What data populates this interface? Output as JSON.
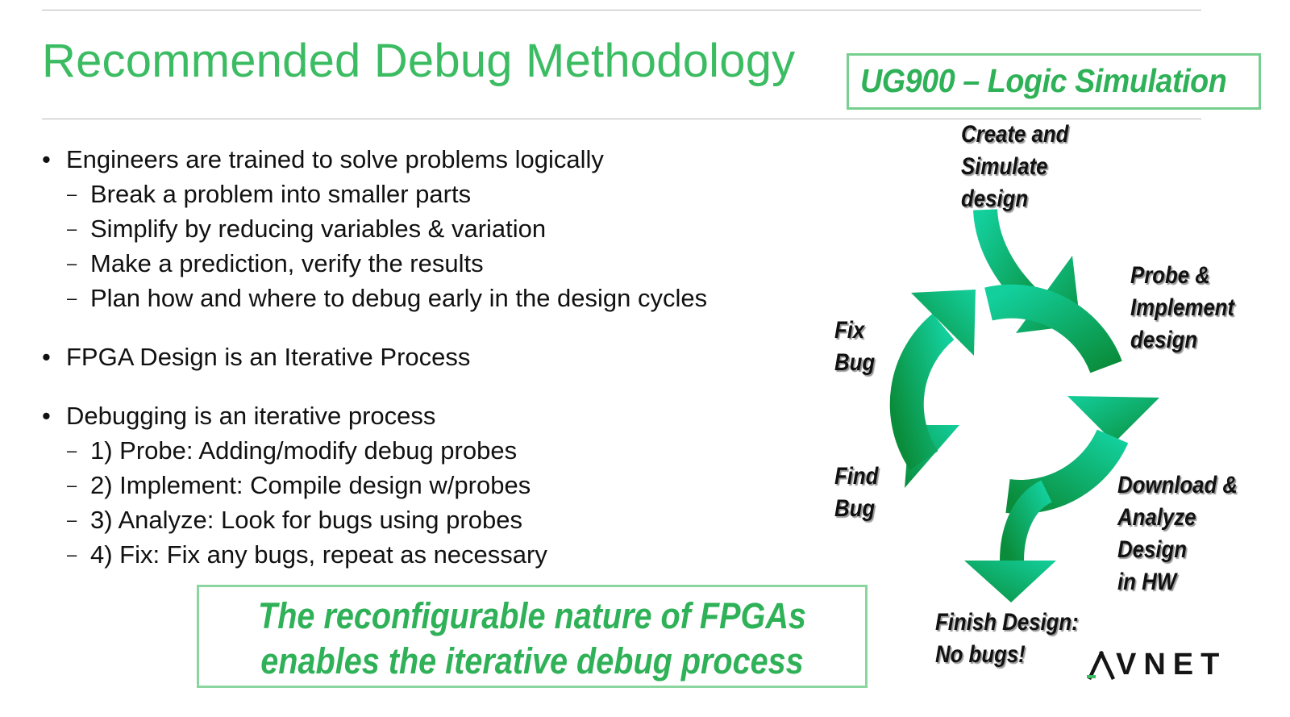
{
  "slide": {
    "title": "Recommended Debug Methodology",
    "reference": "UG900 – Logic Simulation",
    "bullets": [
      {
        "text": "Engineers are trained to solve problems logically",
        "subs": [
          "Break a problem into smaller parts",
          "Simplify by reducing variables & variation",
          "Make a prediction, verify the results",
          "Plan how and where to debug early in the design cycles"
        ]
      },
      {
        "text": "FPGA Design is an Iterative Process",
        "subs": []
      },
      {
        "text": "Debugging is an iterative process",
        "subs": [
          "1) Probe: Adding/modify debug probes",
          "2) Implement: Compile design w/probes",
          "3) Analyze: Look for bugs using probes",
          "4) Fix: Fix any bugs, repeat as necessary"
        ]
      }
    ],
    "bullet_mark": "•",
    "sub_mark": "–",
    "callout": {
      "line1": "The reconfigurable nature of FPGAs",
      "line2": "enables the iterative debug process"
    }
  },
  "cycle_diagram": {
    "colors": {
      "light": "#13cf9c",
      "dark": "#0a8d3b"
    },
    "steps": {
      "create": [
        "Create and",
        "Simulate",
        "design"
      ],
      "probe": [
        "Probe &",
        "Implement",
        "design"
      ],
      "download": [
        "Download &",
        "Analyze",
        "Design",
        "in HW"
      ],
      "finish": [
        "Finish Design:",
        "No bugs!"
      ],
      "find": [
        "Find",
        "Bug"
      ],
      "fix": [
        "Fix",
        "Bug"
      ]
    }
  },
  "logo": {
    "name": "VNET",
    "icon": "avnet-a-icon"
  }
}
